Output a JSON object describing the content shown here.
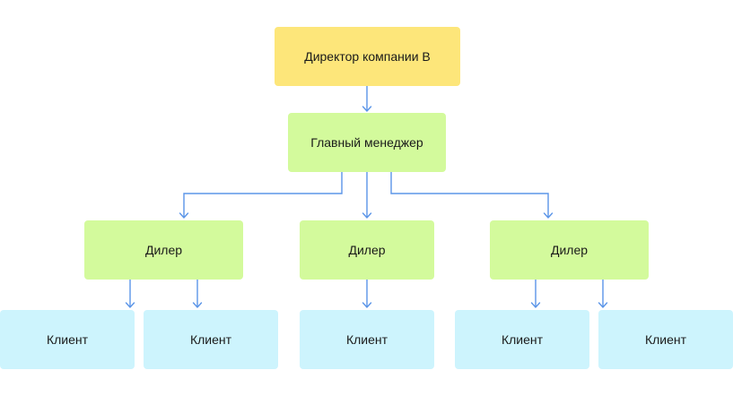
{
  "colors": {
    "director": "#fde67a",
    "manager": "#d3fa9c",
    "dealer": "#d3fa9c",
    "client": "#cdf4fd",
    "connector": "#5b95e8"
  },
  "nodes": {
    "director": {
      "label": "Директор компании В"
    },
    "manager": {
      "label": "Главный менеджер"
    },
    "dealer_left": {
      "label": "Дилер"
    },
    "dealer_middle": {
      "label": "Дилер"
    },
    "dealer_right": {
      "label": "Дилер"
    },
    "client_1": {
      "label": "Клиент"
    },
    "client_2": {
      "label": "Клиент"
    },
    "client_3": {
      "label": "Клиент"
    },
    "client_4": {
      "label": "Клиент"
    },
    "client_5": {
      "label": "Клиент"
    }
  }
}
